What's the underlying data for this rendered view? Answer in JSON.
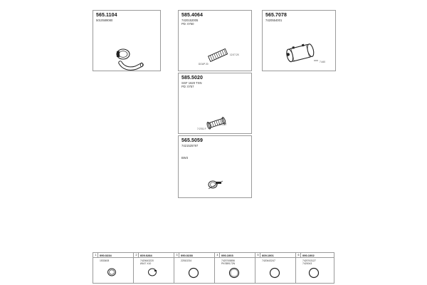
{
  "panels": [
    {
      "part_no": "565.1104",
      "ref1": "5010589080",
      "ref2": ""
    },
    {
      "part_no": "585.4064",
      "ref1": "7420152005",
      "ref2": "PD: 0750",
      "note_a": "12.07.2X",
      "note_b": "DOUP 20"
    },
    {
      "part_no": "565.7078",
      "ref1": "7420554001",
      "ref2": "",
      "note_a": "7.440"
    },
    {
      "part_no": "585.5020",
      "ref1": "SGF 1620 TXN",
      "ref2": "PD: 0757",
      "note_a": "25 0127",
      "note_b": "7.0701 F"
    },
    {
      "part_no": "565.5059",
      "ref1": "7421525797",
      "ref2": "",
      "ref3": "BW3"
    }
  ],
  "accessories": [
    {
      "index": "1",
      "part_no": "090.0234",
      "ref1": "1533408",
      "ref2": ""
    },
    {
      "index": "2",
      "part_no": "609.0284",
      "ref1": "7420643220",
      "ref2": "Ø167 X10"
    },
    {
      "index": "3",
      "part_no": "090.0238",
      "ref1": "22510234",
      "ref2": ""
    },
    {
      "index": "4",
      "part_no": "090.1003",
      "ref1": "7420745856",
      "ref2": "PKSB9172N"
    },
    {
      "index": "5",
      "part_no": "609.1001",
      "ref1": "7420443247",
      "ref2": ""
    },
    {
      "index": "6",
      "part_no": "090.1002",
      "ref1": "7420743127",
      "ref2": "7420043"
    }
  ]
}
